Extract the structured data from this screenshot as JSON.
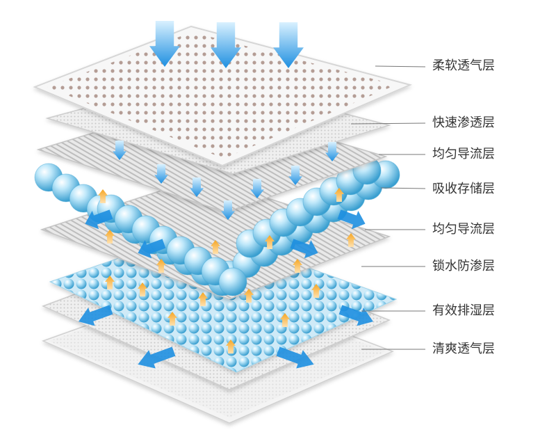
{
  "layers": [
    {
      "label": "柔软透气层"
    },
    {
      "label": "快速渗透层"
    },
    {
      "label": "均匀导流层"
    },
    {
      "label": "吸收存储层"
    },
    {
      "label": "均匀导流层"
    },
    {
      "label": "锁水防渗层"
    },
    {
      "label": "有效排湿层"
    },
    {
      "label": "清爽透气层"
    }
  ],
  "colors": {
    "sheet": "#f4f4f4",
    "sheet_edge": "#dcdcdc",
    "perforation": "#a88d84",
    "bead_light": "#e8f8ff",
    "bead_dark": "#3a9fd0",
    "arrow_blue": "#1e8fe0",
    "arrow_orange": "#f5a623",
    "leader_line": "#777777",
    "label_text": "#333333"
  }
}
